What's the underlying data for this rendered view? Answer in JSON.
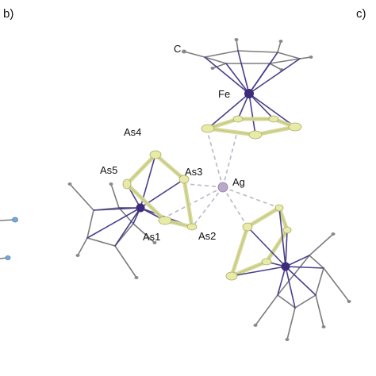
{
  "panels": {
    "left": "b)",
    "right": "c)"
  },
  "atoms": {
    "c": "C",
    "fe": "Fe",
    "as4": "As4",
    "as5": "As5",
    "as3": "As3",
    "ag": "Ag",
    "as1": "As1",
    "as2": "As2"
  },
  "colors": {
    "arsenic": "#e8eaa8",
    "iron": "#3d2a7a",
    "silver": "#b9a9c9",
    "carbon": "#8a8a8a",
    "contact": "#b8b8c8"
  }
}
